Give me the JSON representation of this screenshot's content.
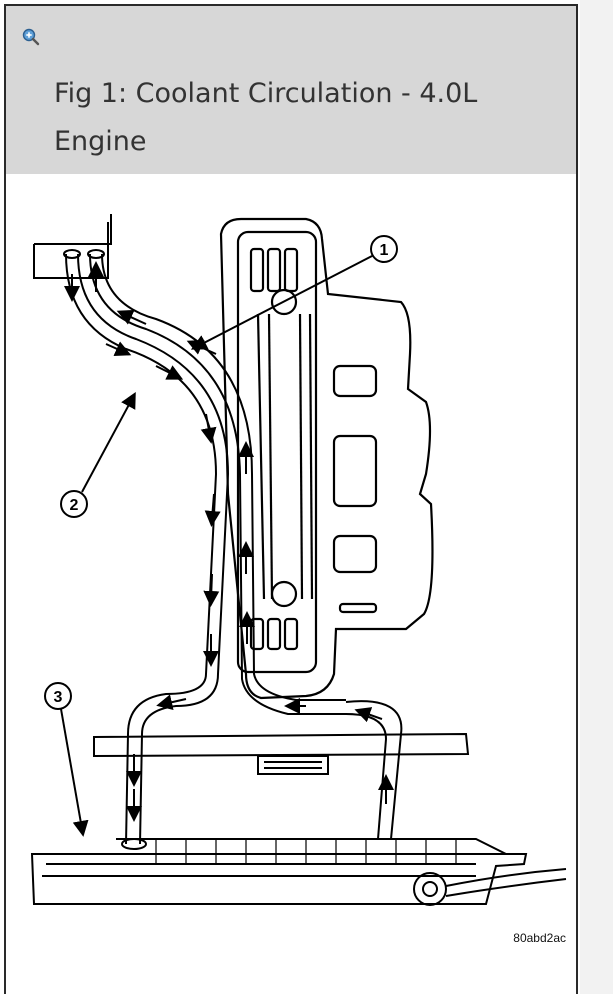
{
  "figure": {
    "title": "Fig 1: Coolant Circulation - 4.0L Engine",
    "image_code": "80abd2ac",
    "callouts": [
      "1",
      "2",
      "3"
    ],
    "zoom_icon": "zoom-in-icon"
  }
}
